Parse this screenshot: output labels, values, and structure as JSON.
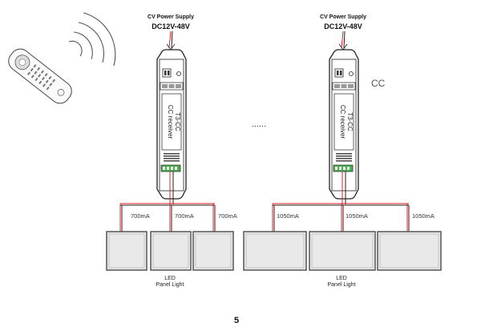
{
  "diagram": {
    "power_supply": {
      "title": "CV Power Supply",
      "voltage": "DC12V-48V"
    },
    "receiver": {
      "name": "CC receiver",
      "model": "T3-CC",
      "mode_label": "CC"
    },
    "ellipsis": "......",
    "left_group": {
      "currents": [
        "700mA",
        "700mA",
        "700mA"
      ],
      "label_line1": "LED",
      "label_line2": "Panel Light"
    },
    "right_group": {
      "currents": [
        "1050mA",
        "1050mA",
        "1050mA"
      ],
      "label_line1": "LED",
      "label_line2": "Panel Light"
    },
    "page_number": "5",
    "colors": {
      "wire_red": "#e02020",
      "wire_black": "#222222",
      "panel_fill": "#e9e9e9",
      "panel_border": "#555555"
    }
  }
}
